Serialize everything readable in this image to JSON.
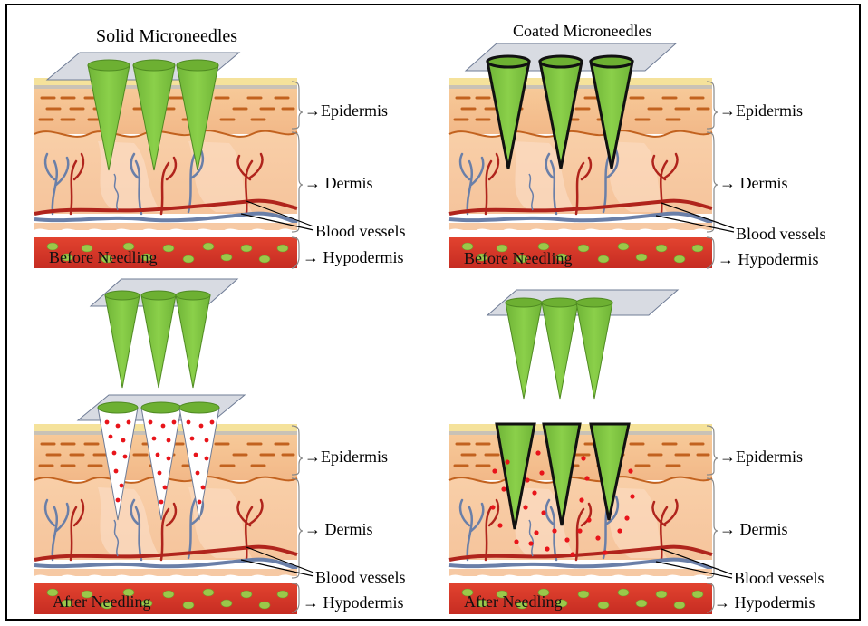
{
  "panels": {
    "top_left": {
      "title": "Solid Microneedles",
      "banner": "Before Needling"
    },
    "top_right": {
      "title": "Coated Microneedles",
      "banner": "Before Needling"
    },
    "bottom_left": {
      "title": "",
      "banner": "After Needling"
    },
    "bottom_right": {
      "title": "",
      "banner": "After Needling"
    }
  },
  "labels": {
    "epidermis": "Epidermis",
    "dermis": "Dermis",
    "blood_vessels": "Blood vessels",
    "hypodermis": "Hypodermis"
  },
  "colors": {
    "needle_green": "#7dc242",
    "skin_top": "#f7dca0",
    "epidermis": "#f6c79a",
    "dermis": "#f9d3b3",
    "hypodermis": "#e0382c",
    "fat": "#9bc84a",
    "vessel_red": "#b0241c",
    "vessel_blue": "#6a7fa8",
    "drug_dot": "#e8141a",
    "plate": "#d8dbe2"
  }
}
